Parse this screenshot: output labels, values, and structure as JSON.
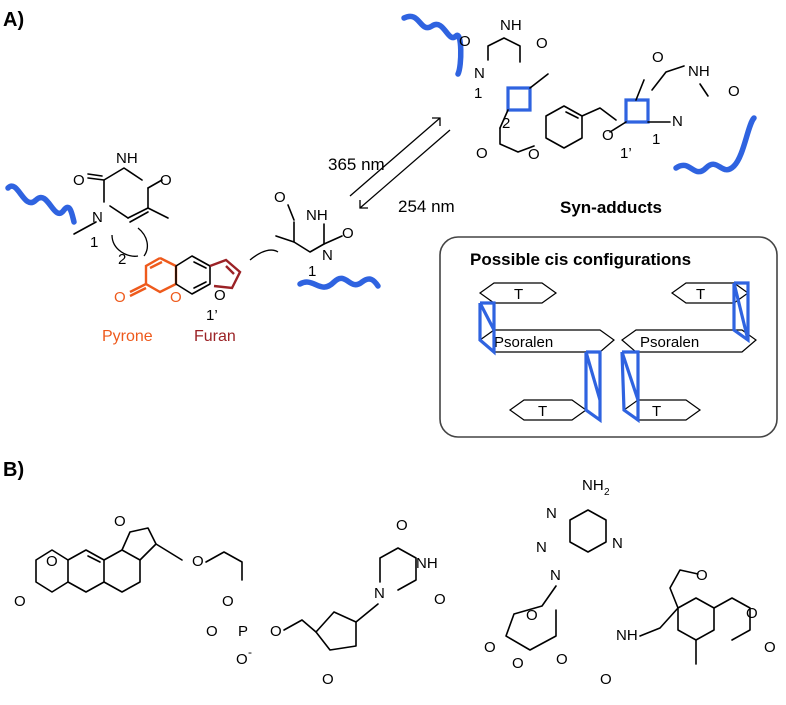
{
  "panel_a_label": "A)",
  "panel_b_label": "B)",
  "atoms": {
    "N": "N",
    "NH": "NH",
    "O": "O",
    "NH2": "NH",
    "NH2_sub": "2",
    "O_minus": "O",
    "minus": "-",
    "P": "P",
    "H": "H"
  },
  "positions": {
    "one": "1",
    "two": "2",
    "one_prime": "1’"
  },
  "wavelength_forward": "365 nm",
  "wavelength_reverse": "254 nm",
  "syn_adducts_title": "Syn-adducts",
  "pyrone_label": "Pyrone",
  "furan_label": "Furan",
  "box_title": "Possible cis configurations",
  "box_T": "T",
  "box_psoralen": "Psoralen",
  "colors": {
    "dna_strand": "#2f63e0",
    "pyrone": "#ee5a1c",
    "furan": "#9b2226",
    "box_border": "#444444"
  }
}
